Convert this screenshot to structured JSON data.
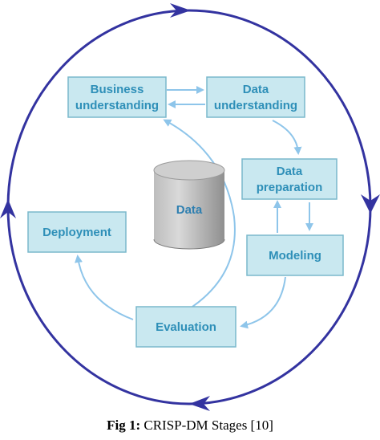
{
  "diagram": {
    "stages": {
      "business_understanding": [
        "Business",
        "understanding"
      ],
      "data_understanding": [
        "Data",
        "understanding"
      ],
      "data_preparation": [
        "Data",
        "preparation"
      ],
      "modeling": [
        "Modeling"
      ],
      "evaluation": [
        "Evaluation"
      ],
      "deployment": [
        "Deployment"
      ]
    },
    "data_store_label": "Data",
    "colors": {
      "cycle": "#3333a0",
      "box_fill": "#c9e8f0",
      "box_border": "#7ab8cc",
      "box_text": "#2e8fb8",
      "arrow": "#8ec5ea",
      "cylinder_top": "#c8c8c8",
      "cylinder_body": "#a9a9a9"
    }
  },
  "caption": {
    "label": "Fig 1:",
    "text": "CRISP-DM Stages [10]"
  }
}
